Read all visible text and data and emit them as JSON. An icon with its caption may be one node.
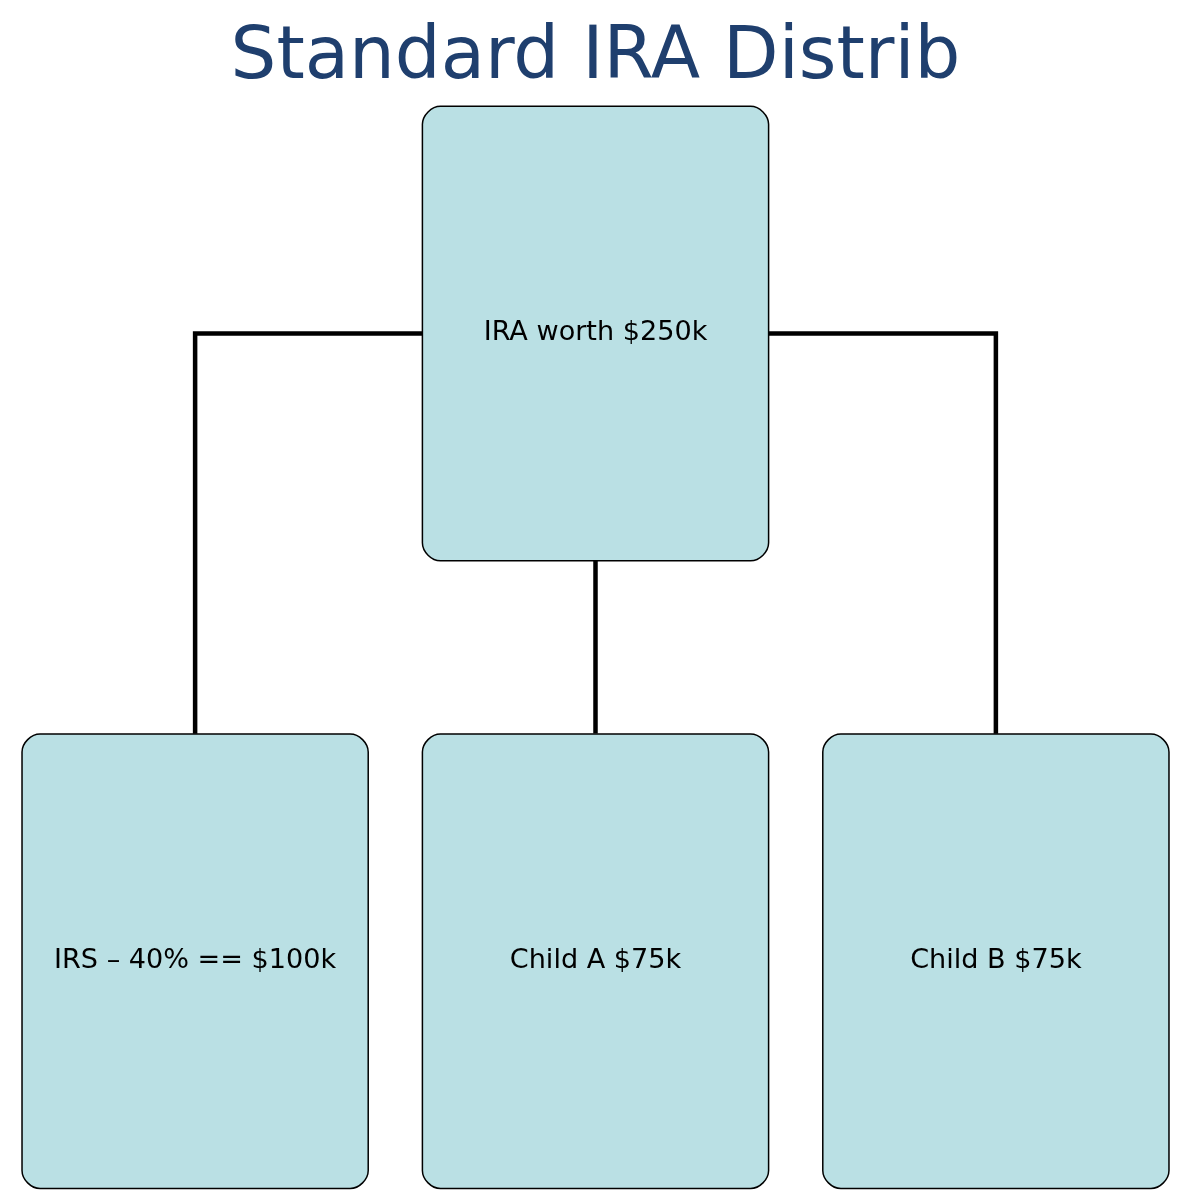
{
  "diagram": {
    "title": "Standard IRA Distrib",
    "nodes": [
      {
        "text": [
          "IRA worth $250k"
        ]
      },
      {
        "text": [
          "IRS – 40% == $100k"
        ]
      },
      {
        "text": [
          "Child A $75k"
        ]
      },
      {
        "text": [
          "Child B $75k"
        ]
      }
    ],
    "edges": [
      {
        "from": 0,
        "to": 1,
        "arrow": "none"
      },
      {
        "from": 0,
        "to": 2,
        "arrow": "none"
      },
      {
        "from": 0,
        "to": 3,
        "arrow": "none"
      }
    ]
  }
}
